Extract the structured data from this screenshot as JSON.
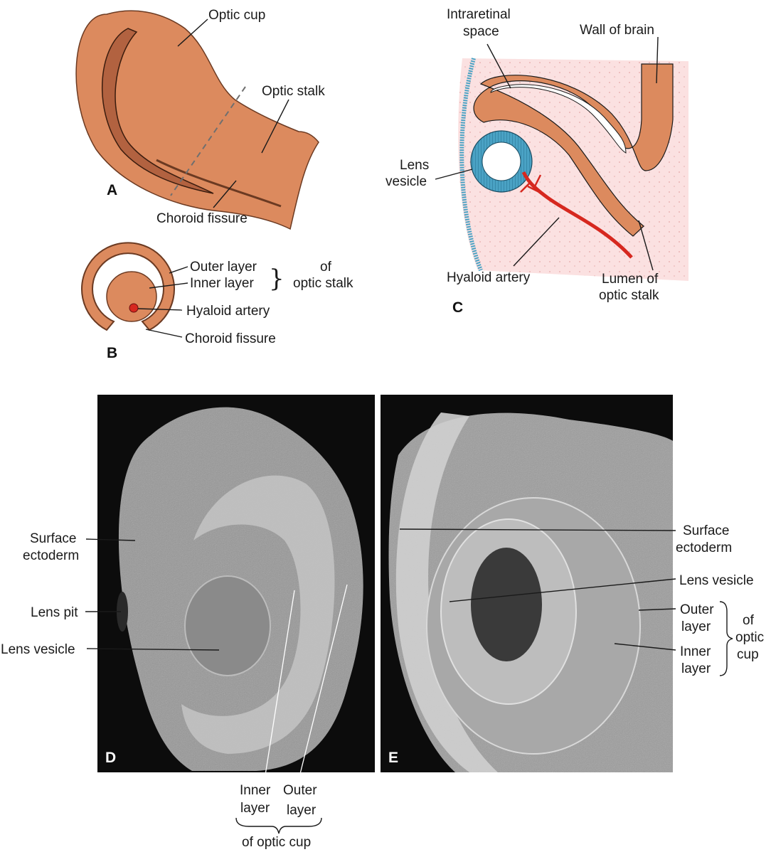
{
  "colors": {
    "tissue": "#dc8a5e",
    "tissue_edge": "#6b3a22",
    "mesenchyme": "#fbe1e1",
    "lens": "#4aa2c4",
    "artery": "#d6281f",
    "sem_background": "#0c0c0c",
    "sem_tissue": "#9a9a9a"
  },
  "panel_a": {
    "letter": "A",
    "optic_cup": "Optic cup",
    "optic_stalk": "Optic stalk",
    "choroid_fissure": "Choroid fissure"
  },
  "panel_b": {
    "letter": "B",
    "outer_layer": "Outer layer",
    "inner_layer": "Inner layer",
    "of_1": "of",
    "of_2": "optic stalk",
    "hyaloid_artery": "Hyaloid artery",
    "choroid_fissure": "Choroid fissure"
  },
  "panel_c": {
    "letter": "C",
    "intraretinal_1": "Intraretinal",
    "intraretinal_2": "space",
    "wall_of_brain": "Wall of brain",
    "lens_1": "Lens",
    "lens_2": "vesicle",
    "hyaloid_artery": "Hyaloid artery",
    "lumen_1": "Lumen of",
    "lumen_2": "optic stalk"
  },
  "panel_d": {
    "letter": "D",
    "surface_1": "Surface",
    "surface_2": "ectoderm",
    "lens_pit": "Lens pit",
    "lens_vesicle": "Lens vesicle",
    "inner_1": "Inner",
    "inner_2": "layer",
    "outer_1": "Outer",
    "outer_2": "layer",
    "of_optic_cup": "of optic cup"
  },
  "panel_e": {
    "letter": "E",
    "surface_1": "Surface",
    "surface_2": "ectoderm",
    "lens_vesicle": "Lens vesicle",
    "outer_1": "Outer",
    "outer_2": "layer",
    "inner_1": "Inner",
    "inner_2": "layer",
    "of_1": "of",
    "of_2": "optic",
    "of_3": "cup"
  }
}
